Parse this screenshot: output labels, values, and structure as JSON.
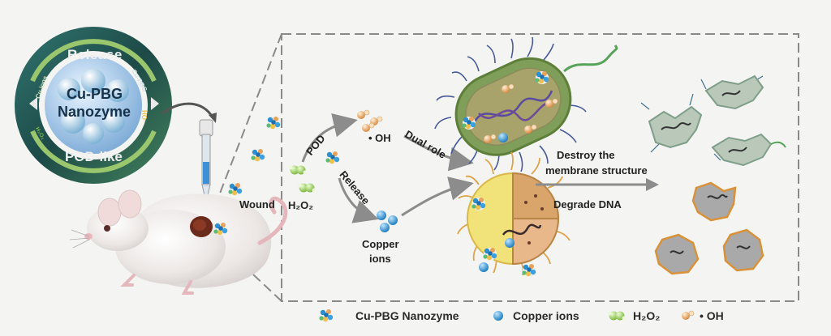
{
  "colors": {
    "ring_dark": "#1e4a4a",
    "ring_mid": "#2f6d5c",
    "ring_light": "#8fbf6a",
    "dashed_box": "#8a8a8a",
    "arrow_gray": "#8c8c8c",
    "copper_blue": "#2e8fd0",
    "h2o2_green": "#9ccd5f",
    "oh_orange": "#e8a25a",
    "bacteria_green": "#7aa35a",
    "bacteria_yellow": "#e6d66a"
  },
  "ring": {
    "center_line1": "Cu-PBG",
    "center_line2": "Nanozyme",
    "top_label": "Release",
    "bottom_label": "POD-like",
    "left_label": "Cu ions",
    "right_top_label": "Cu-PBG",
    "right_bottom_label": "HO·",
    "left_bottom_label": "H₂O₂"
  },
  "labels": {
    "wound": "Wound",
    "h2o2": "H₂O₂",
    "pod": "POD",
    "oh": "• OH",
    "release": "Release",
    "copper_ions_line1": "Copper",
    "copper_ions_line2": "ions",
    "dual_role": "Dual role",
    "destroy_line1": "Destroy the",
    "destroy_line2": "membrane structure",
    "degrade": "Degrade DNA"
  },
  "legend": {
    "item1": "Cu-PBG Nanozyme",
    "item2": "Copper ions",
    "item3": "H₂O₂",
    "item4": "• OH"
  },
  "icons": [
    "nanozyme-icon",
    "copper-ion-icon",
    "h2o2-icon",
    "hydroxyl-radical-icon",
    "dropper-icon",
    "mouse-icon",
    "bacteria-rod-icon",
    "bacteria-coccus-icon"
  ]
}
